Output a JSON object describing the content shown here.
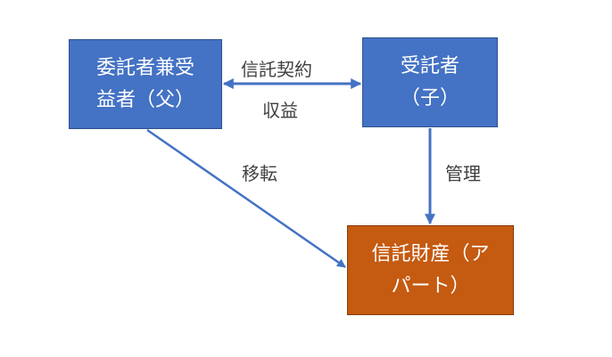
{
  "nodes": {
    "settlor": {
      "line1": "委託者兼受",
      "line2": "益者（父）"
    },
    "trustee": {
      "line1": "受託者",
      "line2": "（子）"
    },
    "property": {
      "line1": "信託財産（ア",
      "line2": "パート）"
    }
  },
  "edges": {
    "contract": "信託契約",
    "benefit": "収益",
    "transfer": "移転",
    "manage": "管理"
  },
  "colors": {
    "node_blue": "#4472c4",
    "node_orange": "#c55a11",
    "arrow": "#4472c4"
  }
}
